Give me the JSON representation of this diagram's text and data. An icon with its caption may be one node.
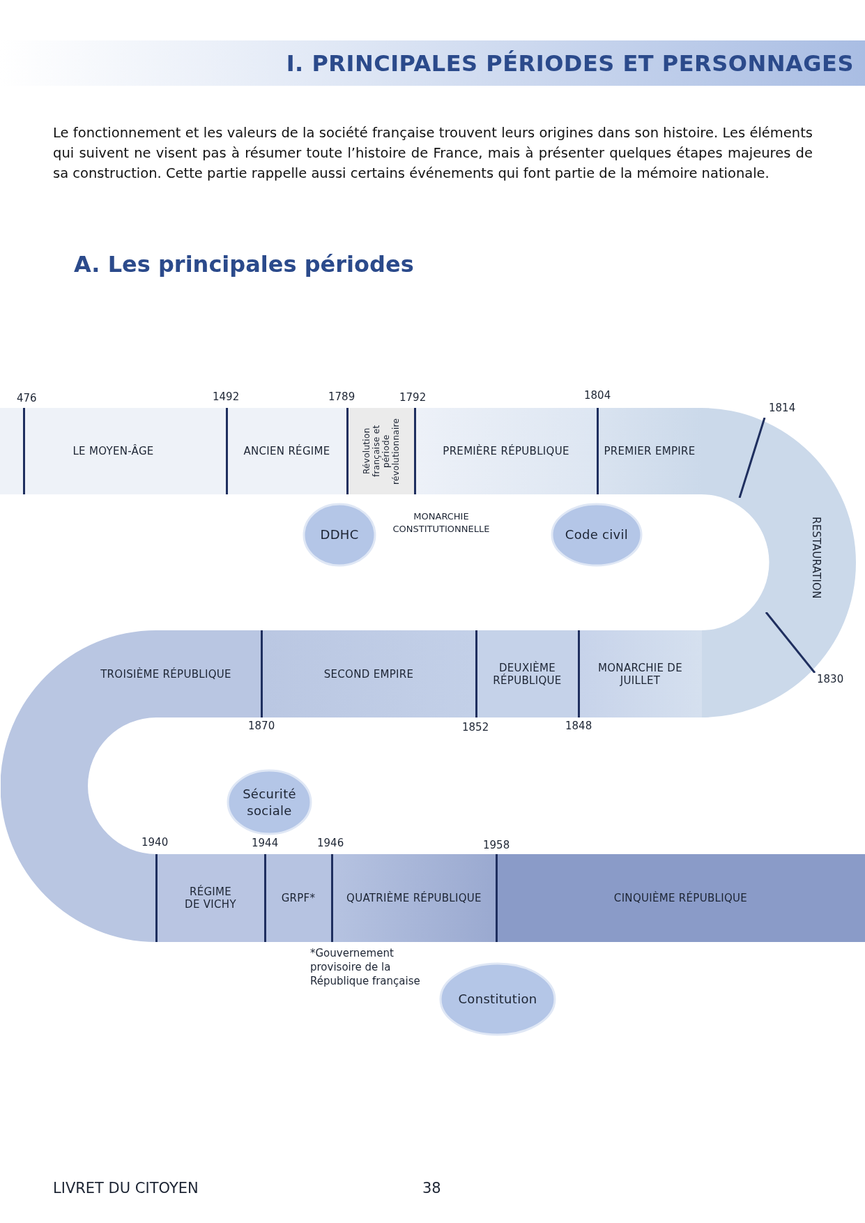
{
  "diagram": {
    "title": "I. PRINCIPALES PÉRIODES ET PERSONNAGES",
    "nodes": [
      {
        "text": [
          "LE MOYEN-ÂGE"
        ]
      },
      {
        "text": [
          "ANCIEN RÉGIME"
        ]
      },
      {
        "text": [
          "Révolution française et période révolutionnaire"
        ]
      },
      {
        "text": [
          "PREMIÈRE RÉPUBLIQUE"
        ]
      },
      {
        "text": [
          "PREMIER EMPIRE"
        ]
      },
      {
        "text": [
          "DDHC"
        ]
      },
      {
        "text": [
          "Code civil"
        ]
      },
      {
        "text": [
          "RESTAURATION"
        ]
      },
      {
        "text": [
          "TROISIÈME RÉPUBLIQUE"
        ]
      },
      {
        "text": [
          "SECOND EMPIRE"
        ]
      },
      {
        "text": [
          "DEUXIÈME RÉPUBLIQUE"
        ]
      },
      {
        "text": [
          "MONARCHIE DE JUILLET"
        ]
      },
      {
        "text": [
          "Sécurité sociale"
        ]
      },
      {
        "text": [
          "RÉGIME DE VICHY"
        ]
      },
      {
        "text": [
          "GRPF*"
        ]
      },
      {
        "text": [
          "QUATRIÈME RÉPUBLIQUE"
        ]
      },
      {
        "text": [
          "CINQUIÈME RÉPUBLIQUE"
        ]
      },
      {
        "text": [
          "Constitution"
        ]
      }
    ],
    "labels": [
      "Le fonctionnement et les valeurs de la société française trouvent leurs origines dans son histoire. Les éléments qui suivent ne visent pas à résumer toute l’histoire de France, mais à présenter quelques étapes majeures de sa construction. Cette partie rappelle aussi certains événements qui font partie de la mémoire nationale.",
      "A. Les principales périodes",
      "476",
      "1492",
      "1789",
      "1792",
      "1804",
      "1814",
      "MONARCHIE CONSTITUTIONNELLE",
      "1830",
      "1870",
      "1852",
      "1848",
      "1940",
      "1944",
      "1946",
      "1958",
      "*Gouvernement provisoire de la République française",
      "LIVRET DU CITOYEN",
      "38"
    ]
  }
}
